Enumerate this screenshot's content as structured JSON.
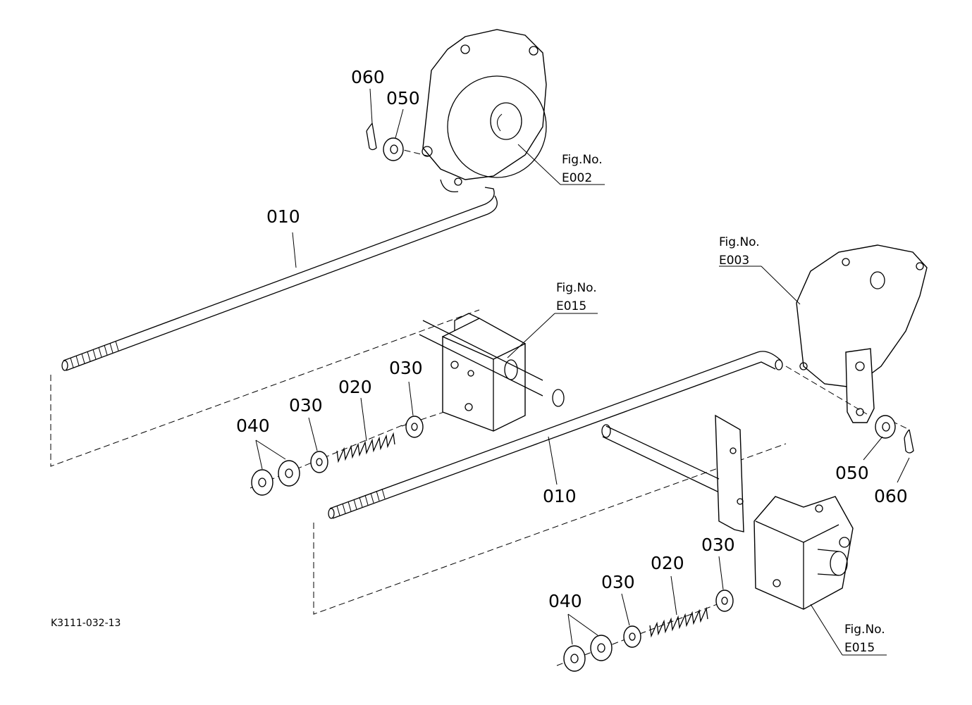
{
  "drawing_code": "K3111-032-13",
  "part_labels": {
    "p010_a": "010",
    "p020_a": "020",
    "p030_a1": "030",
    "p030_a2": "030",
    "p040_a": "040",
    "p050_a": "050",
    "p060_a": "060",
    "p010_b": "010",
    "p020_b": "020",
    "p030_b1": "030",
    "p030_b2": "030",
    "p040_b": "040",
    "p050_b": "050",
    "p060_b": "060"
  },
  "figure_refs": [
    {
      "title": "Fig.No.",
      "number": "E002"
    },
    {
      "title": "Fig.No.",
      "number": "E003"
    },
    {
      "title": "Fig.No.",
      "number": "E015"
    },
    {
      "title": "Fig.No.",
      "number": "E015"
    }
  ]
}
